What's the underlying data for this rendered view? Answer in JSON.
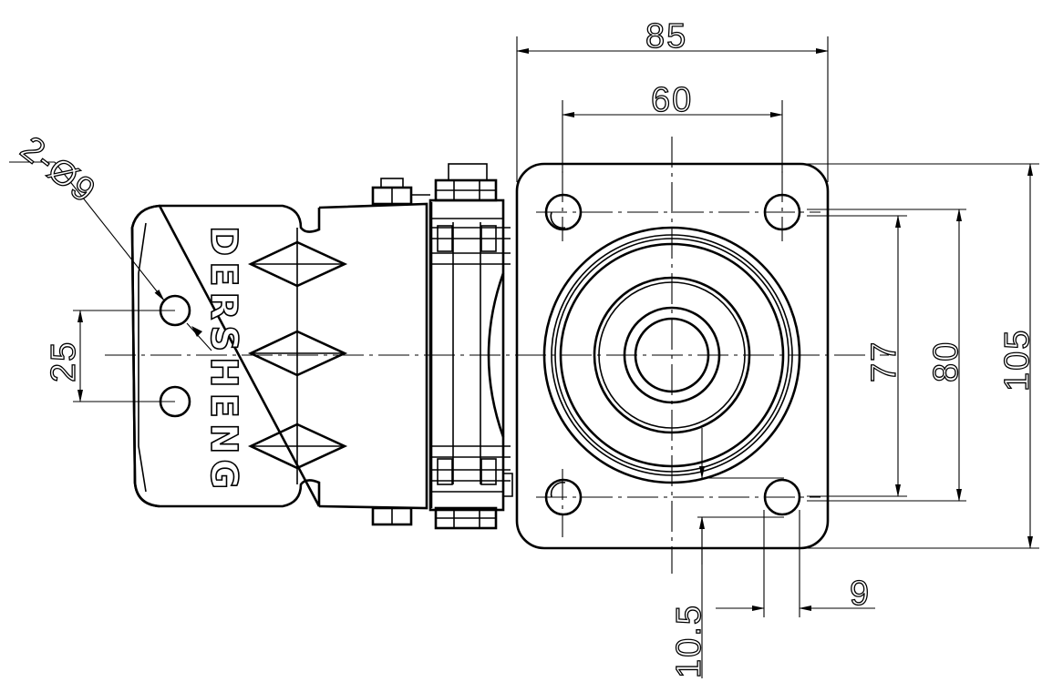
{
  "dimensions": {
    "plate_width": "85",
    "hole_spacing_x": "60",
    "plate_height": "105",
    "hole_spacing_y_outer": "80",
    "hole_spacing_y_inner": "77",
    "hole_edge_offset": "9",
    "hole_slot_offset": "10.5",
    "lock_hole_spacing": "25",
    "lock_hole_callout": "2-Ø9"
  },
  "branding": {
    "text": "DERSHENG"
  }
}
